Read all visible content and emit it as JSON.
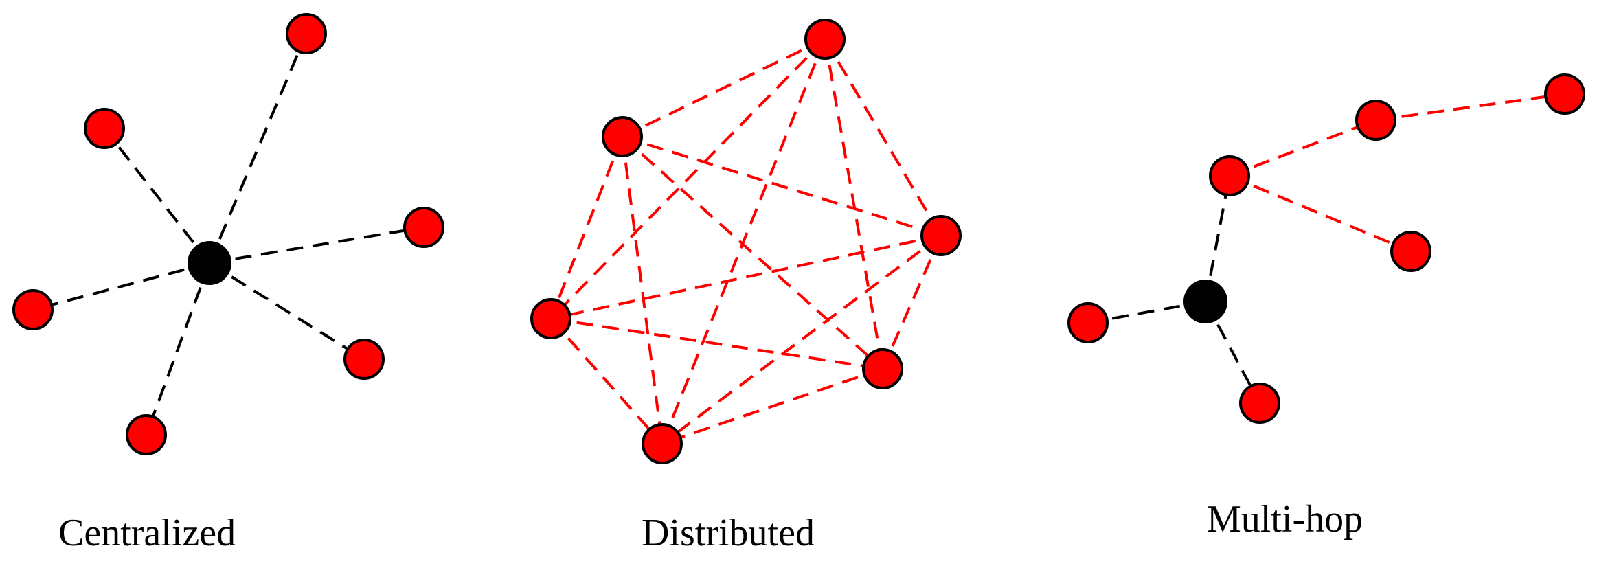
{
  "colors": {
    "hub_node": "#000000",
    "peer_node": "#ff0000",
    "node_outline": "#000000",
    "centralized_link": "#000000",
    "distributed_link": "#ff0000",
    "multihop_relay_link": "#000000",
    "multihop_cluster_link": "#ff0000"
  },
  "topologies": [
    {
      "id": "centralized",
      "caption": "Centralized"
    },
    {
      "id": "distributed",
      "caption": "Distributed"
    },
    {
      "id": "multihop",
      "caption": "Multi-hop"
    }
  ]
}
